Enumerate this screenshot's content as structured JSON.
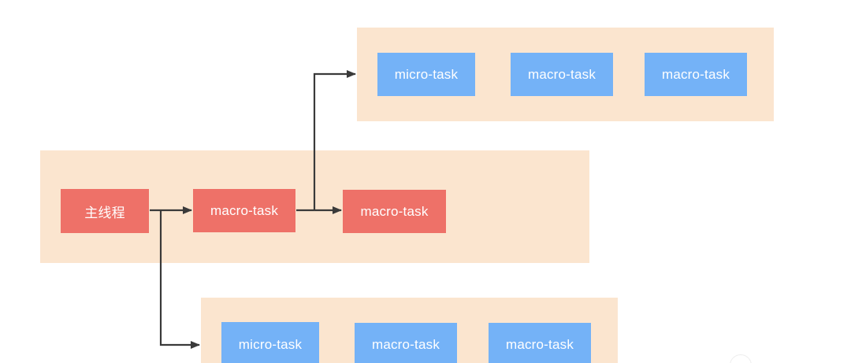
{
  "diagram": {
    "main_thread": {
      "label": "主线程"
    },
    "main_row": [
      {
        "label": "macro-task"
      },
      {
        "label": "macro-task"
      }
    ],
    "top_queue": [
      {
        "label": "micro-task"
      },
      {
        "label": "macro-task"
      },
      {
        "label": "macro-task"
      }
    ],
    "bottom_queue": [
      {
        "label": "micro-task"
      },
      {
        "label": "macro-task"
      },
      {
        "label": "macro-task"
      }
    ]
  },
  "colors": {
    "lane": "#fbe5cf",
    "main_box": "#ee7168",
    "queue_box": "#74b2f7",
    "arrow": "#3a3a3a"
  }
}
